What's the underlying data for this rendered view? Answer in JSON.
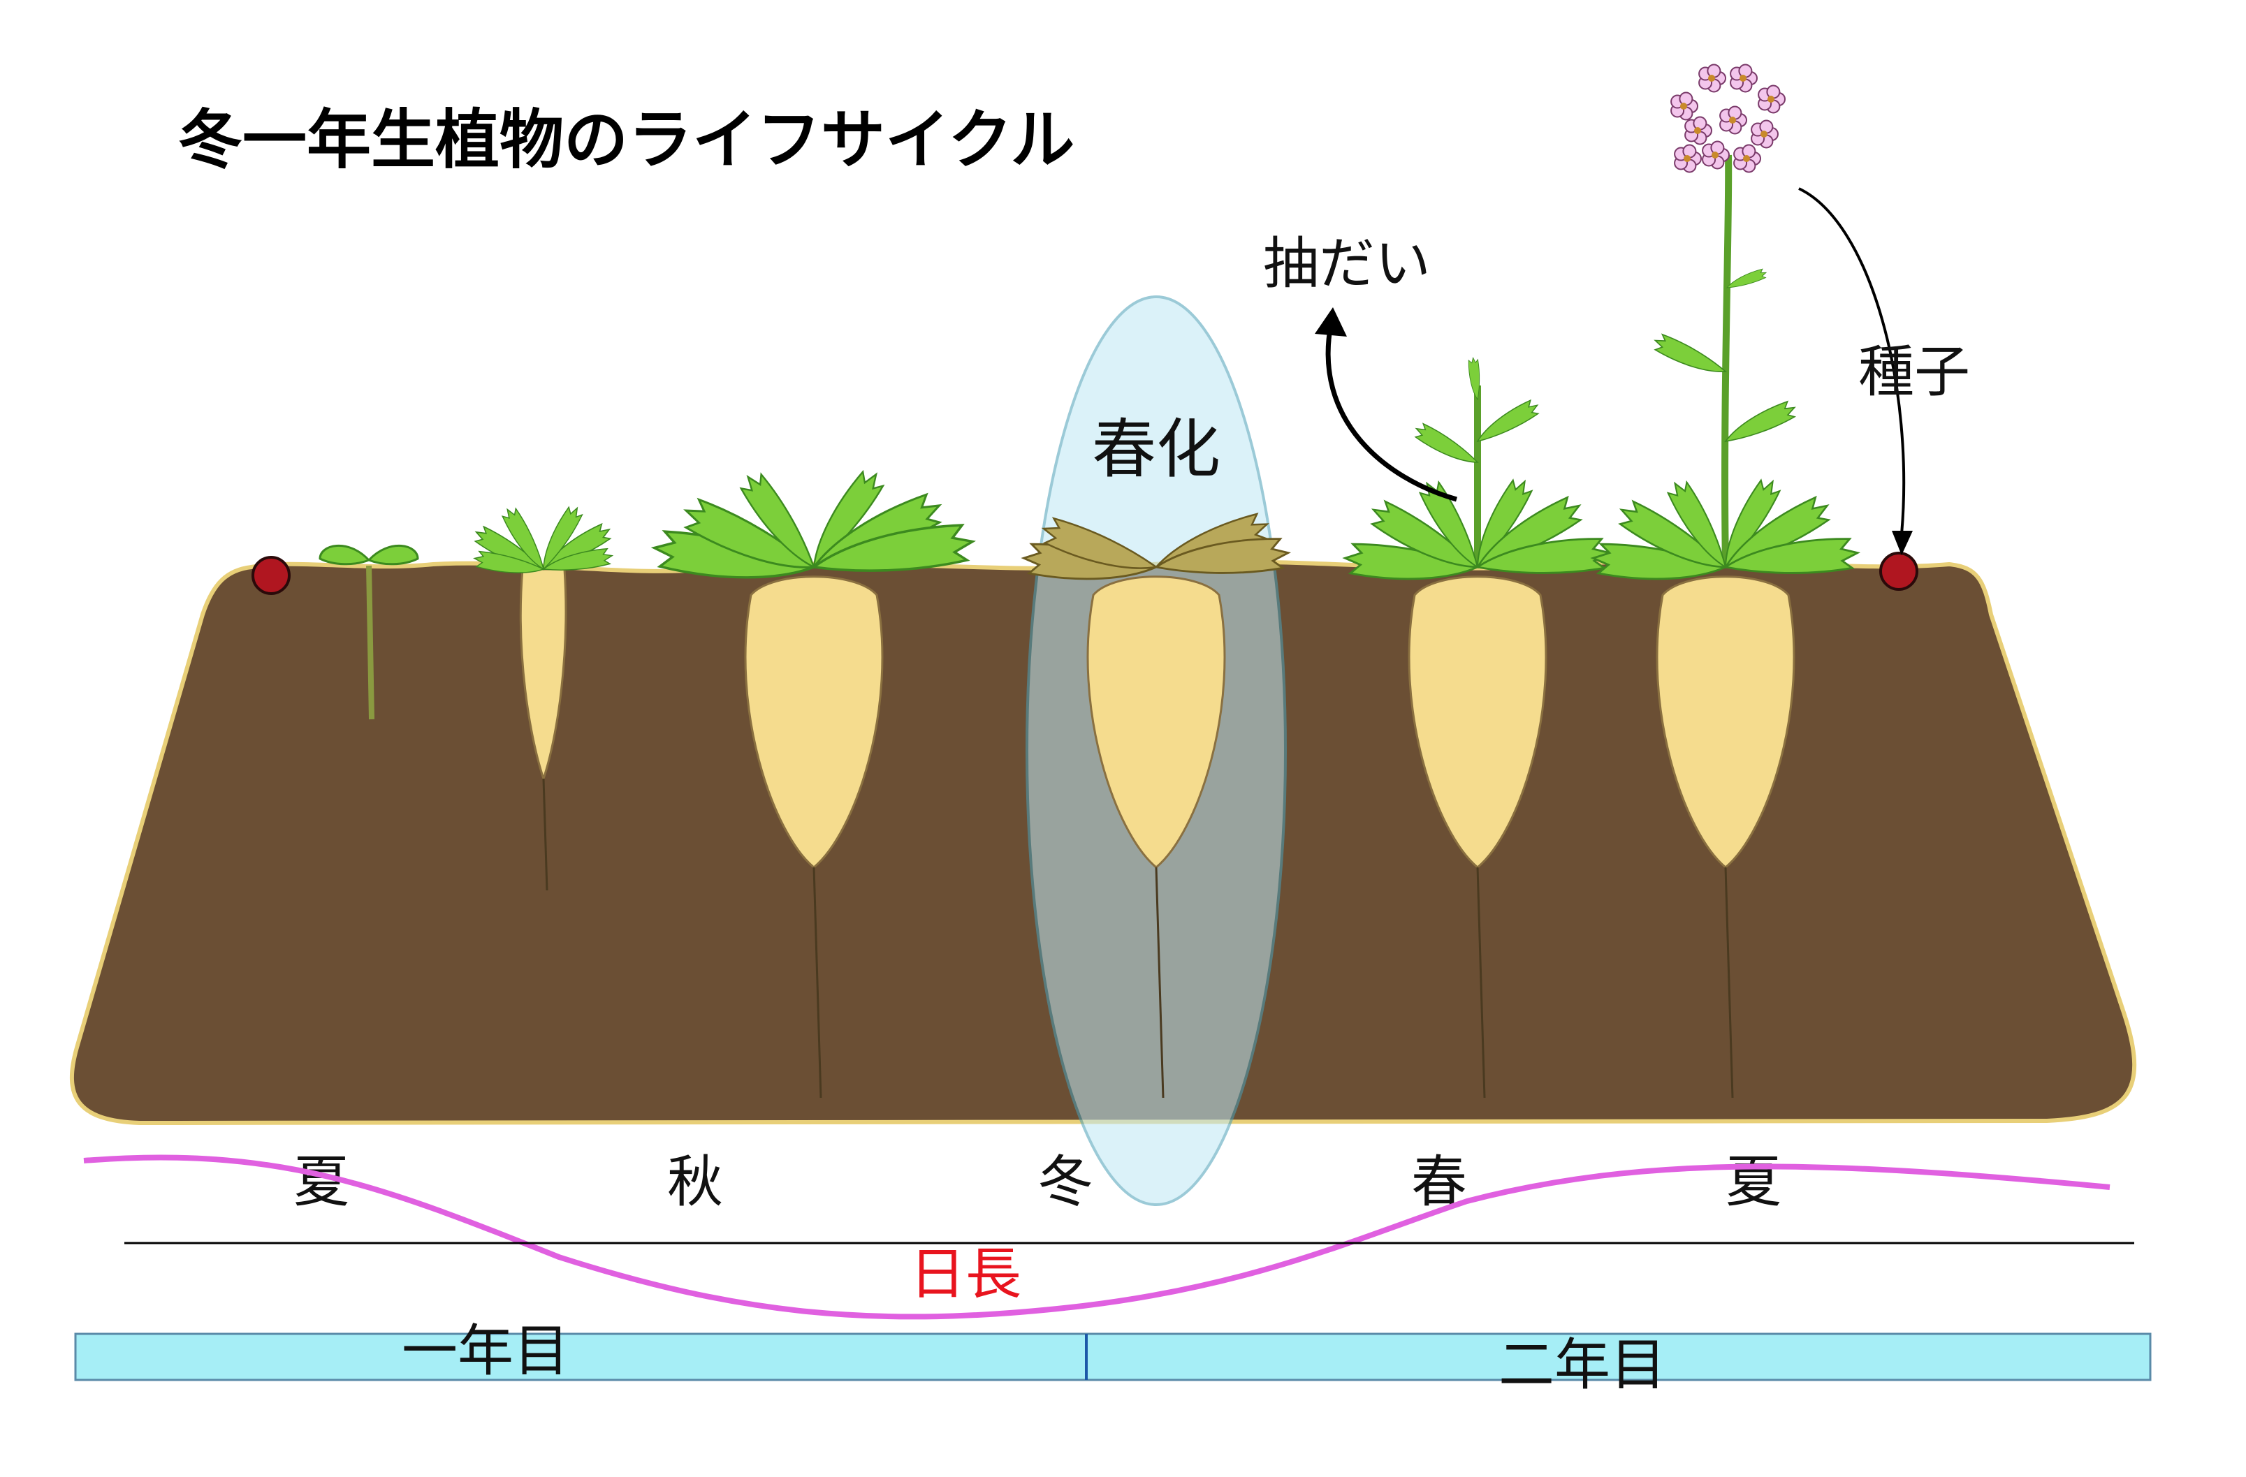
{
  "title": "冬一年生植物のライフサイクル",
  "labels": {
    "vernalization": "春化",
    "bolting": "抽だい",
    "seed": "種子",
    "day_length": "日長"
  },
  "seasons": [
    "夏",
    "秋",
    "冬",
    "春",
    "夏"
  ],
  "years": [
    "一年目",
    "二年目"
  ],
  "colors": {
    "soil": "#6b4f34",
    "soil_edge": "#e8cf78",
    "root": "#f5dc8e",
    "leaf": "#7ccf3a",
    "leaf_dark": "#3c8a1f",
    "winter_leaf": "#b8a85a",
    "vernalization_fill": "#bfe8f5",
    "day_length_curve": "#e060e0",
    "day_length_text": "#e8141e",
    "year_bar": "#a6eef6",
    "seed": "#b01620",
    "flower": "#f3c6ec"
  }
}
